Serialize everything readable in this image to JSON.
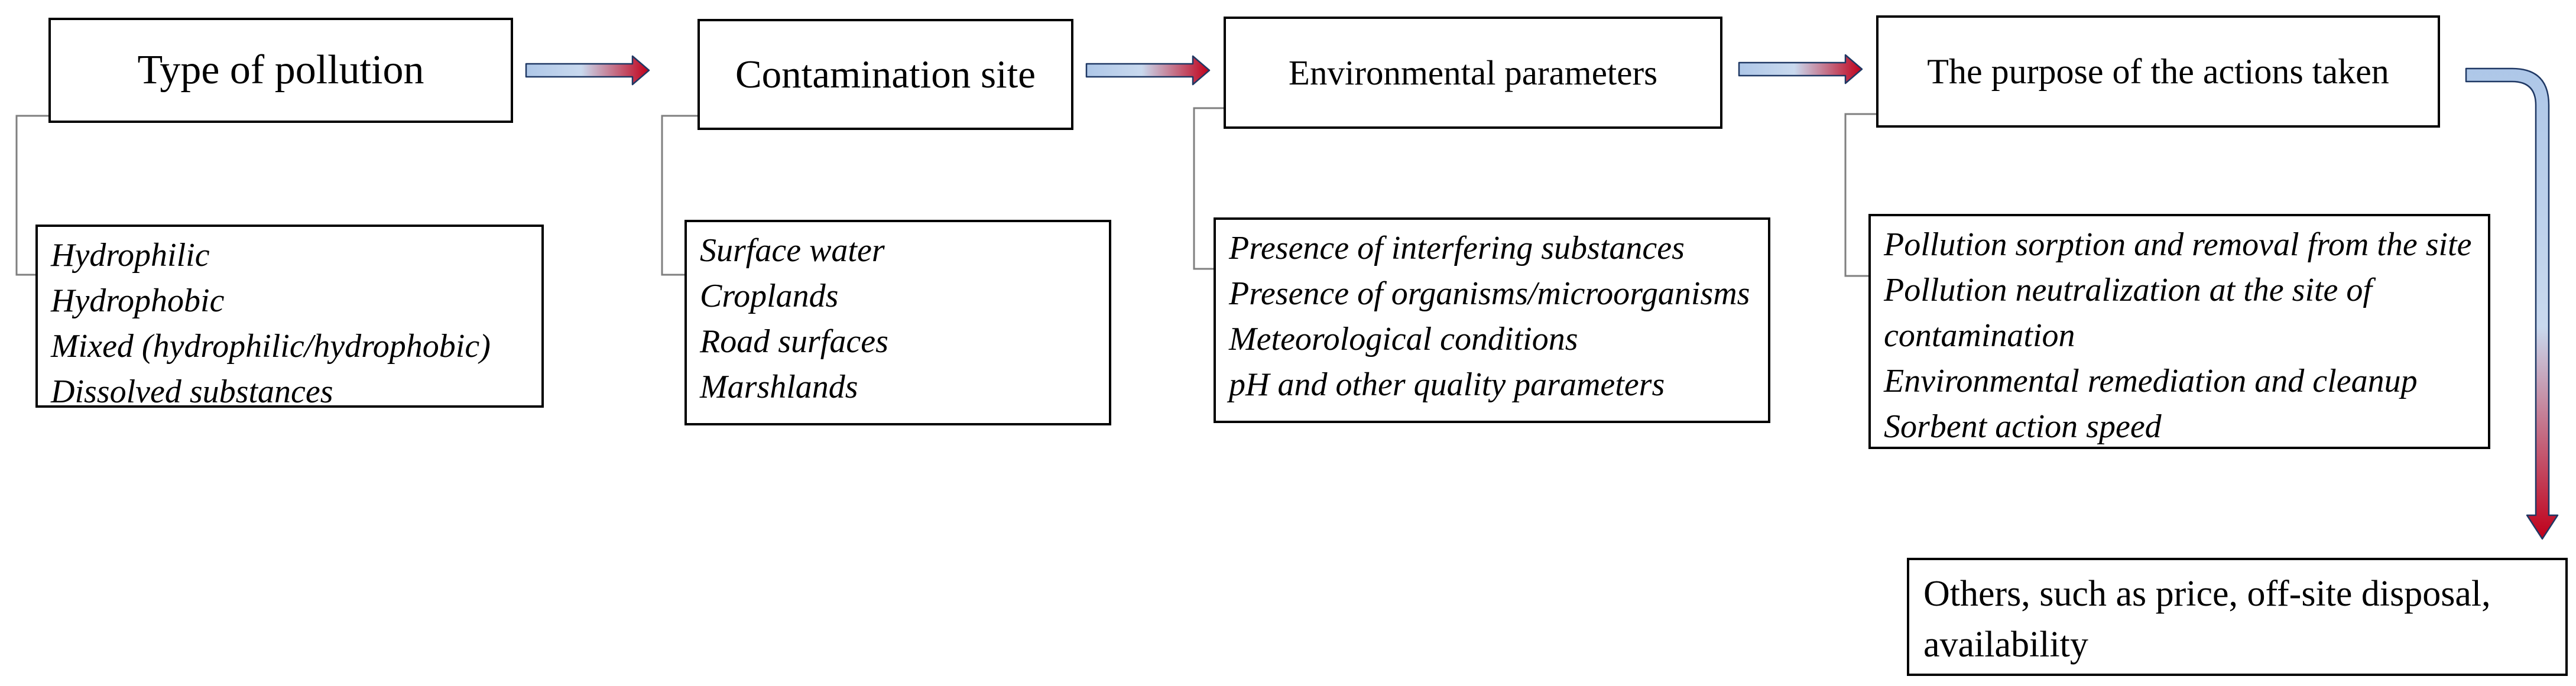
{
  "diagram": {
    "steps": [
      {
        "title": "Type of pollution",
        "items": [
          "Hydrophilic",
          "Hydrophobic",
          "Mixed (hydrophilic/hydrophobic)",
          "Dissolved substances"
        ]
      },
      {
        "title": "Contamination site",
        "items": [
          "Surface water",
          "Croplands",
          "Road surfaces",
          "Marshlands"
        ]
      },
      {
        "title": "Environmental parameters",
        "items": [
          "Presence of interfering substances",
          "Presence of organisms/microorganisms",
          "Meteorological conditions",
          "pH and other quality parameters"
        ]
      },
      {
        "title": "The purpose of the actions taken",
        "items": [
          "Pollution sorption and removal from the site",
          "Pollution neutralization at the site of",
          "contamination",
          "Environmental remediation and cleanup",
          "Sorbent action speed"
        ]
      }
    ],
    "final": {
      "text": "Others, such as price, off-site disposal,\navailability"
    }
  },
  "colors": {
    "arrow_start": "#aec7e8",
    "arrow_end": "#c0001a",
    "arrow_outline": "#1f3864",
    "connector": "#7f7f7f",
    "box_border": "#000000"
  }
}
